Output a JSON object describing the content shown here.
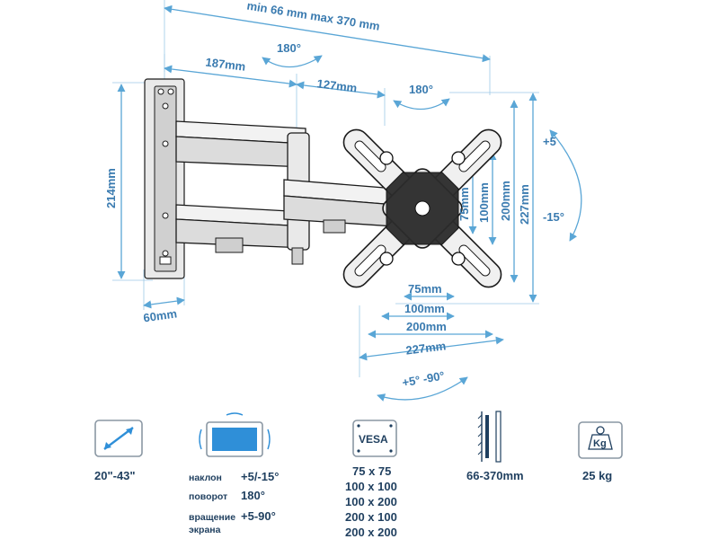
{
  "dimensions": {
    "depth_range": "min 66 mm max 370 mm",
    "arm1_length": "187mm",
    "arm2_length": "127mm",
    "swivel_wall": "180°",
    "swivel_head": "180°",
    "wall_plate_height": "214mm",
    "wall_plate_width": "60mm",
    "tilt_up": "+5",
    "tilt_down": "-15°",
    "vesa_h_75": "75mm",
    "vesa_h_100": "100mm",
    "vesa_h_200": "200mm",
    "vesa_h_227": "227mm",
    "vesa_v_75": "75mm",
    "vesa_v_100": "100mm",
    "vesa_v_200": "200mm",
    "vesa_v_227": "227mm",
    "rotation": "+5° -90°"
  },
  "specs": {
    "screen_size": "20\"-43\"",
    "tilt_label": "наклон",
    "tilt_value": "+5/-15°",
    "swivel_label": "поворот",
    "swivel_value": "180°",
    "rotation_label_line1": "вращение",
    "rotation_label_line2": "экрана",
    "rotation_value": "+5-90°",
    "vesa_badge": "VESA",
    "vesa_patterns": [
      "75 x 75",
      "100 x 100",
      "100 x 200",
      "200 x 100",
      "200 x 200"
    ],
    "depth": "66-370mm",
    "max_load": "25 kg",
    "weight_badge": "Kg"
  },
  "colors": {
    "dimension_blue": "#3a7bb0",
    "spec_text": "#1f3f5f",
    "icon_screen": "#2f8fd8"
  }
}
